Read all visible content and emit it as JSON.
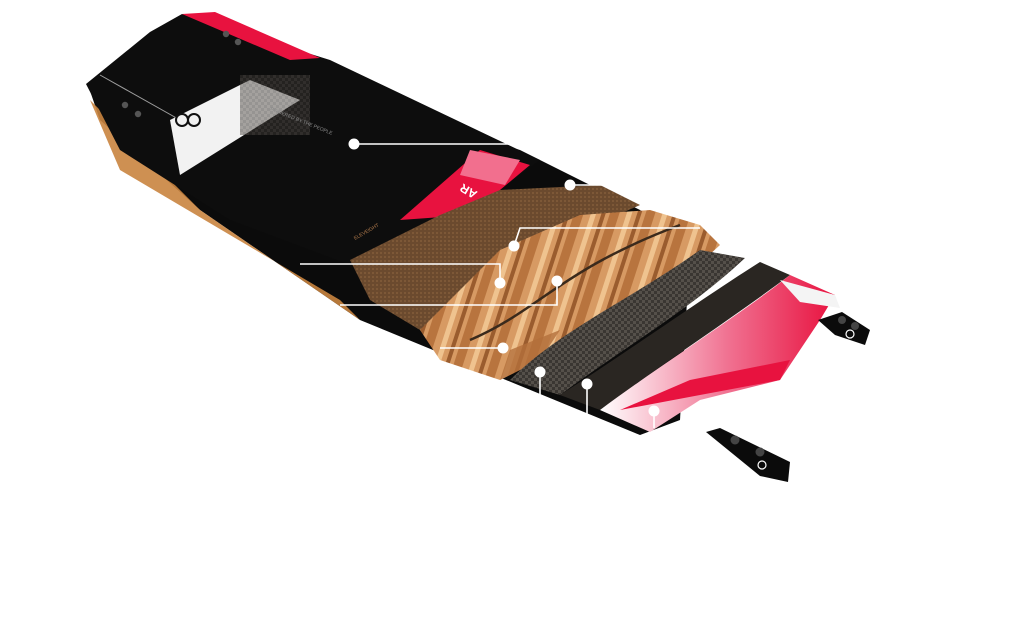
{
  "product": {
    "brand_mark": "logo-mark-icon",
    "graphic_text_1": "POWERED BY THE PEOPLE",
    "graphic_text_2": "ELEVEIGHT",
    "graphic_text_3": "AR"
  },
  "colors": {
    "board_black": "#0b0b0b",
    "accent_red": "#e8123f",
    "wood_light": "#d9a06a",
    "wood_dark": "#8a5a34",
    "carbon": "#2e2a26",
    "white": "#ffffff"
  },
  "layers": [
    {
      "id": "top-deck"
    },
    {
      "id": "deck-graphic"
    },
    {
      "id": "fiberglass-top"
    },
    {
      "id": "wood-core-inlay"
    },
    {
      "id": "wood-core-edge"
    },
    {
      "id": "wood-core-stringer"
    },
    {
      "id": "wood-core"
    },
    {
      "id": "carbon-layer"
    },
    {
      "id": "fiberglass-bottom"
    },
    {
      "id": "bottom-base"
    }
  ]
}
